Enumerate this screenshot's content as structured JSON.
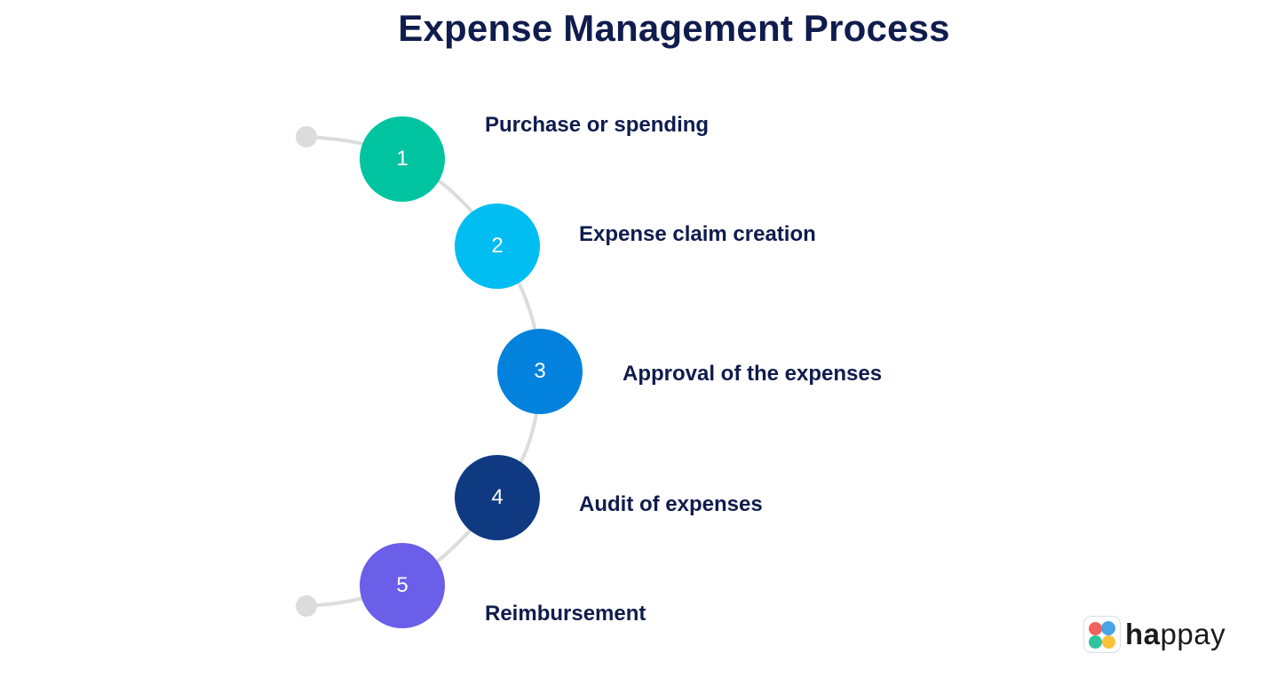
{
  "title": "Expense Management Process",
  "steps": [
    {
      "number": "1",
      "label": "Purchase or spending",
      "color": "#00c4a0"
    },
    {
      "number": "2",
      "label": "Expense claim creation",
      "color": "#00bdf2"
    },
    {
      "number": "3",
      "label": "Approval of the expenses",
      "color": "#0382dd"
    },
    {
      "number": "4",
      "label": "Audit of expenses",
      "color": "#0f3a82"
    },
    {
      "number": "5",
      "label": "Reimbursement",
      "color": "#6b5ee8"
    }
  ],
  "logo": {
    "bold": "ha",
    "regular": "ppay"
  },
  "colors": {
    "connector": "#dcdcdc",
    "text": "#0f1c4d"
  }
}
